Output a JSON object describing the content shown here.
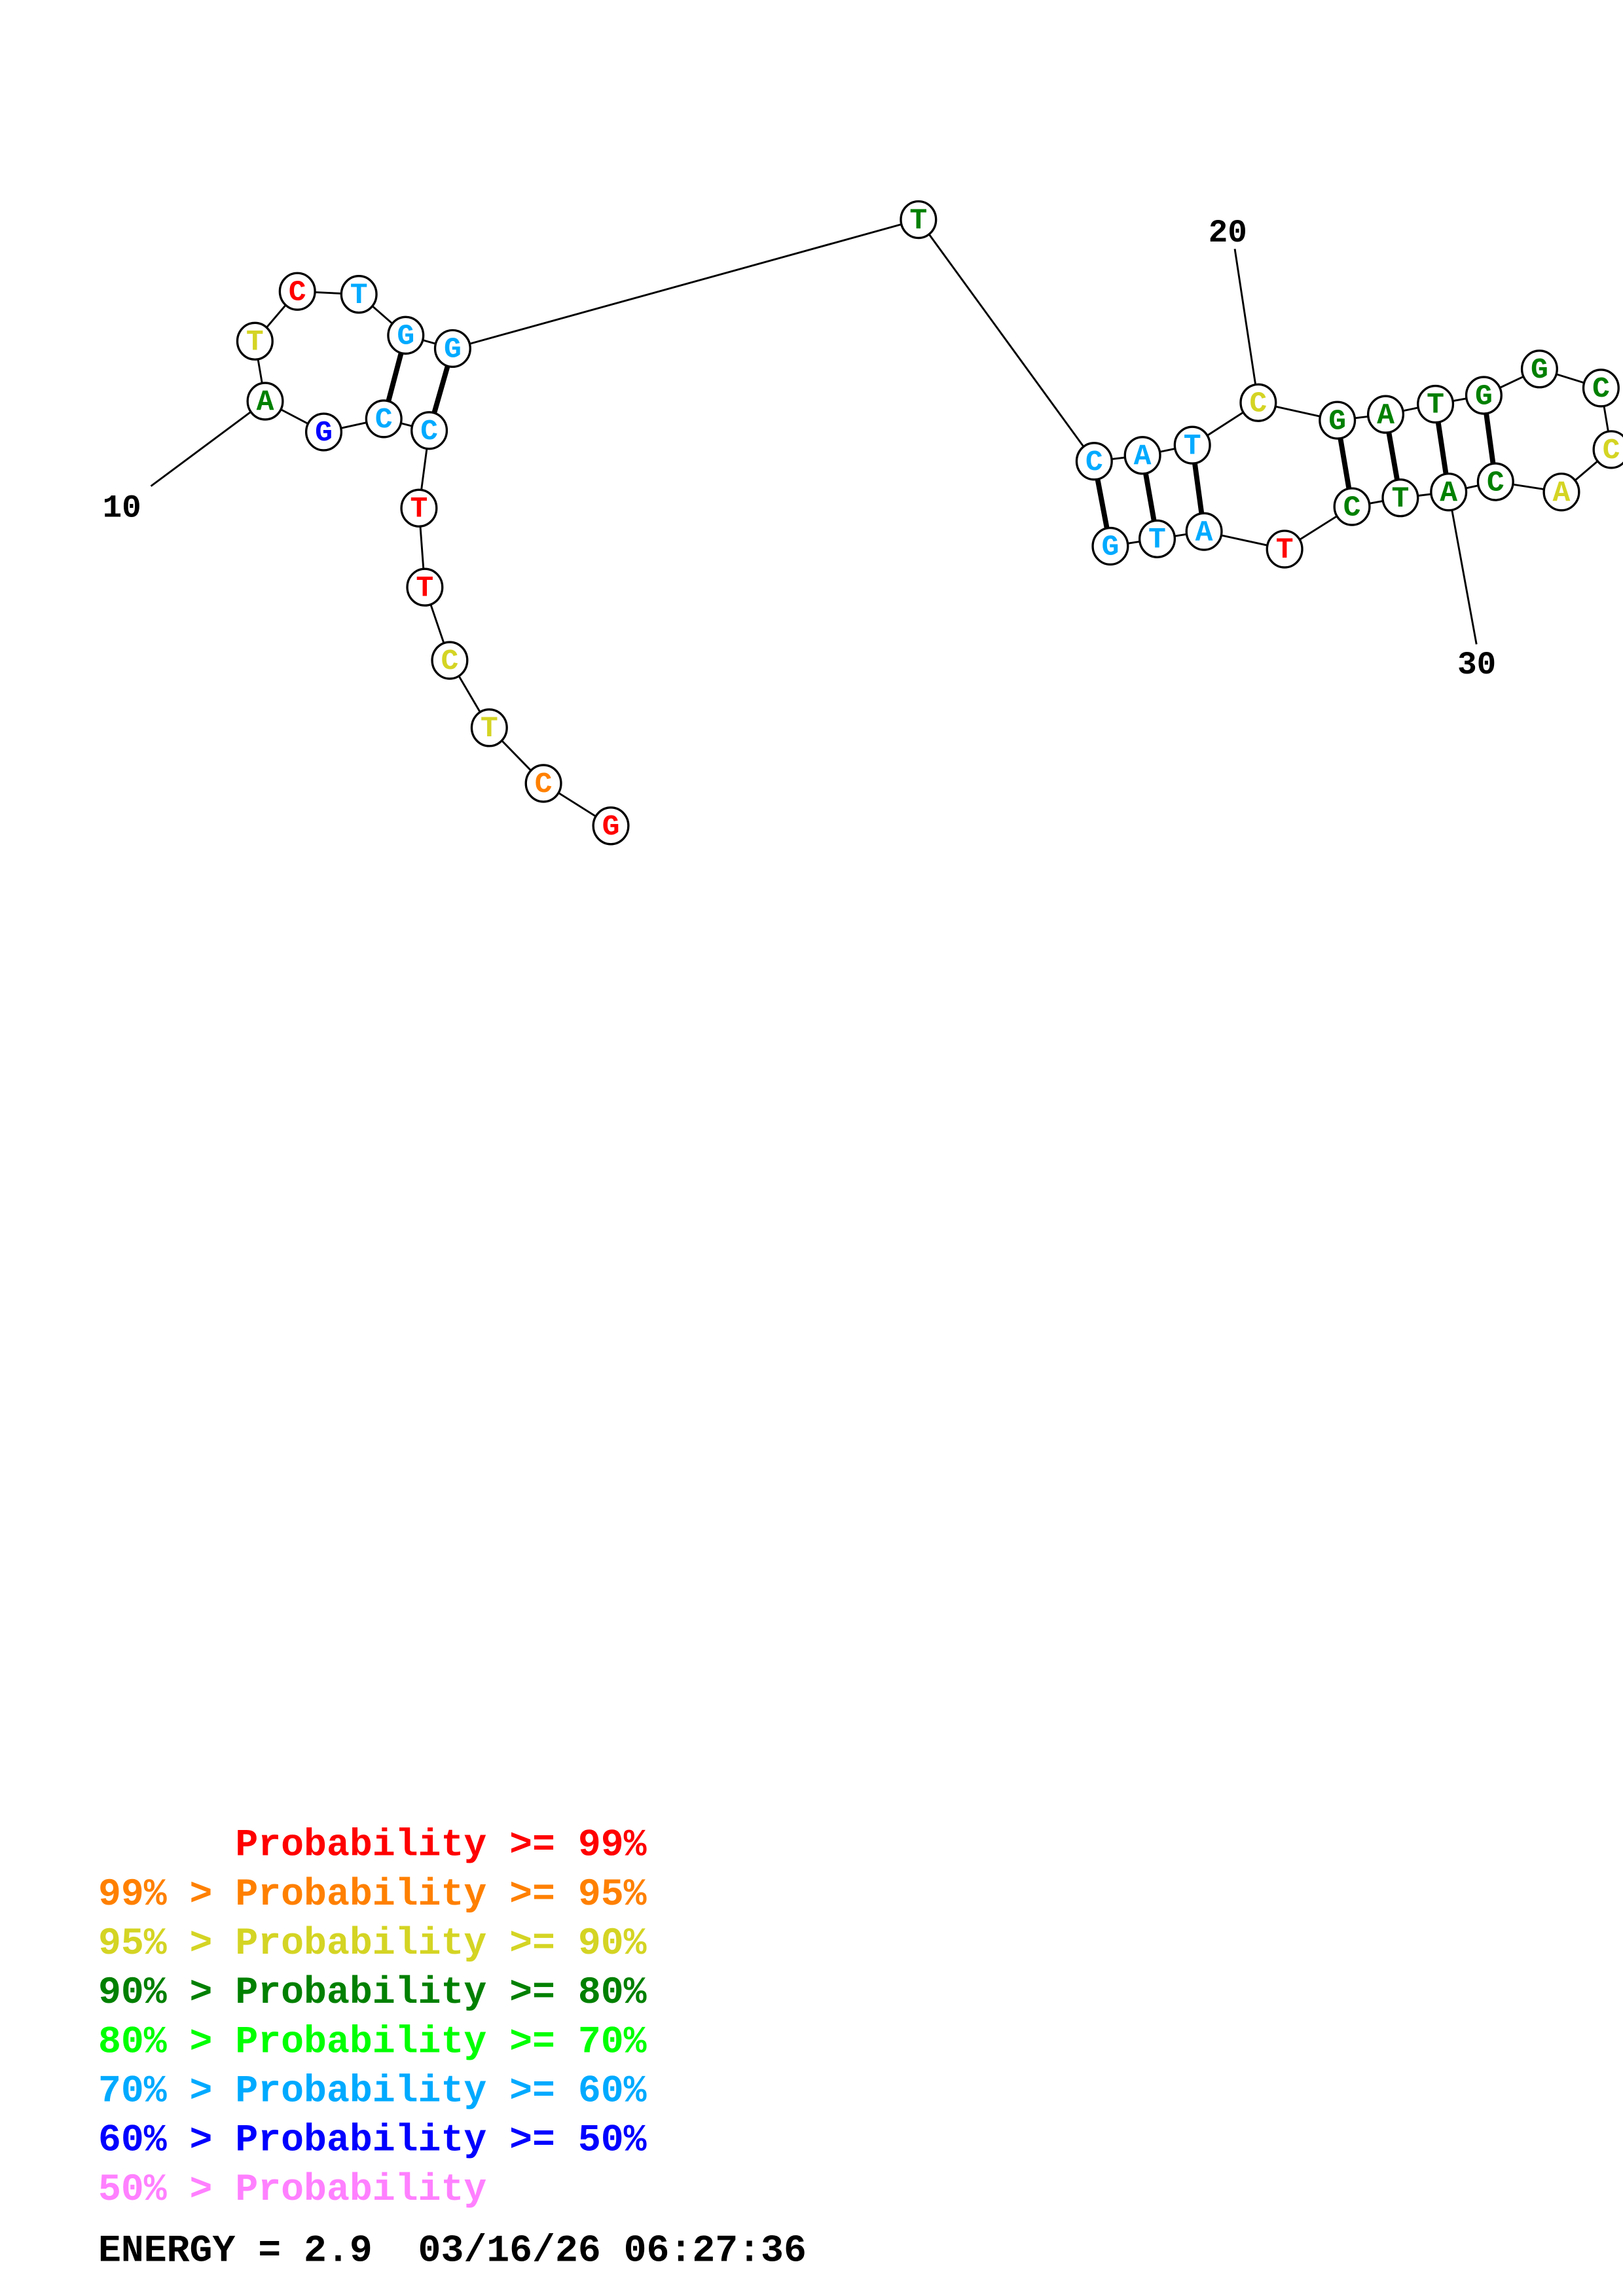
{
  "colors": {
    "p99": "#ff0000",
    "p95": "#ff8000",
    "p90": "#d4d424",
    "p80": "#008000",
    "p70": "#00ff00",
    "p60": "#00aaff",
    "p50": "#0000ff",
    "plow": "#ff80ff"
  },
  "nucleotides": [
    {
      "n": 1,
      "base": "G",
      "color": "#ff0000"
    },
    {
      "n": 2,
      "base": "C",
      "color": "#ff8000"
    },
    {
      "n": 3,
      "base": "T",
      "color": "#d4d424"
    },
    {
      "n": 4,
      "base": "C",
      "color": "#d4d424"
    },
    {
      "n": 5,
      "base": "T",
      "color": "#ff0000"
    },
    {
      "n": 6,
      "base": "T",
      "color": "#ff0000"
    },
    {
      "n": 7,
      "base": "C",
      "color": "#00aaff"
    },
    {
      "n": 8,
      "base": "C",
      "color": "#00aaff"
    },
    {
      "n": 9,
      "base": "G",
      "color": "#0000ff"
    },
    {
      "n": 10,
      "base": "A",
      "color": "#008000"
    },
    {
      "n": 11,
      "base": "T",
      "color": "#d4d424"
    },
    {
      "n": 12,
      "base": "C",
      "color": "#ff0000"
    },
    {
      "n": 13,
      "base": "T",
      "color": "#00aaff"
    },
    {
      "n": 14,
      "base": "G",
      "color": "#00aaff"
    },
    {
      "n": 15,
      "base": "G",
      "color": "#00aaff"
    },
    {
      "n": 16,
      "base": "T",
      "color": "#008000"
    },
    {
      "n": 17,
      "base": "C",
      "color": "#00aaff"
    },
    {
      "n": 18,
      "base": "A",
      "color": "#00aaff"
    },
    {
      "n": 19,
      "base": "T",
      "color": "#00aaff"
    },
    {
      "n": 20,
      "base": "C",
      "color": "#d4d424"
    },
    {
      "n": 21,
      "base": "G",
      "color": "#008000"
    },
    {
      "n": 22,
      "base": "A",
      "color": "#008000"
    },
    {
      "n": 23,
      "base": "T",
      "color": "#008000"
    },
    {
      "n": 24,
      "base": "G",
      "color": "#008000"
    },
    {
      "n": 25,
      "base": "G",
      "color": "#008000"
    },
    {
      "n": 26,
      "base": "C",
      "color": "#008000"
    },
    {
      "n": 27,
      "base": "C",
      "color": "#d4d424"
    },
    {
      "n": 28,
      "base": "A",
      "color": "#d4d424"
    },
    {
      "n": 29,
      "base": "C",
      "color": "#008000"
    },
    {
      "n": 30,
      "base": "A",
      "color": "#008000"
    },
    {
      "n": 31,
      "base": "T",
      "color": "#008000"
    },
    {
      "n": 32,
      "base": "C",
      "color": "#008000"
    },
    {
      "n": 33,
      "base": "T",
      "color": "#ff0000"
    },
    {
      "n": 34,
      "base": "A",
      "color": "#00aaff"
    },
    {
      "n": 35,
      "base": "T",
      "color": "#00aaff"
    },
    {
      "n": 36,
      "base": "G",
      "color": "#00aaff"
    }
  ],
  "pairs": [
    [
      14,
      8
    ],
    [
      15,
      7
    ],
    [
      17,
      36
    ],
    [
      18,
      35
    ],
    [
      19,
      34
    ],
    [
      21,
      32
    ],
    [
      22,
      31
    ],
    [
      23,
      30
    ],
    [
      24,
      29
    ]
  ],
  "position_labels": {
    "l10": "10",
    "l20": "20",
    "l30": "30"
  },
  "legend": [
    {
      "prefix": "    ",
      "text": "Probability >= 99%",
      "color": "#ff0000"
    },
    {
      "prefix": "99% > ",
      "text": "Probability >= 95%",
      "color": "#ff8000"
    },
    {
      "prefix": "95% > ",
      "text": "Probability >= 90%",
      "color": "#d4d424"
    },
    {
      "prefix": "90% > ",
      "text": "Probability >= 80%",
      "color": "#008000"
    },
    {
      "prefix": "80% > ",
      "text": "Probability >= 70%",
      "color": "#00ff00"
    },
    {
      "prefix": "70% > ",
      "text": "Probability >= 60%",
      "color": "#00aaff"
    },
    {
      "prefix": "60% > ",
      "text": "Probability >= 50%",
      "color": "#0000ff"
    },
    {
      "prefix": "50% > ",
      "text": "Probability",
      "color": "#ff80ff"
    }
  ],
  "energy_line": "ENERGY = 2.9  03/16/26 06:27:36"
}
